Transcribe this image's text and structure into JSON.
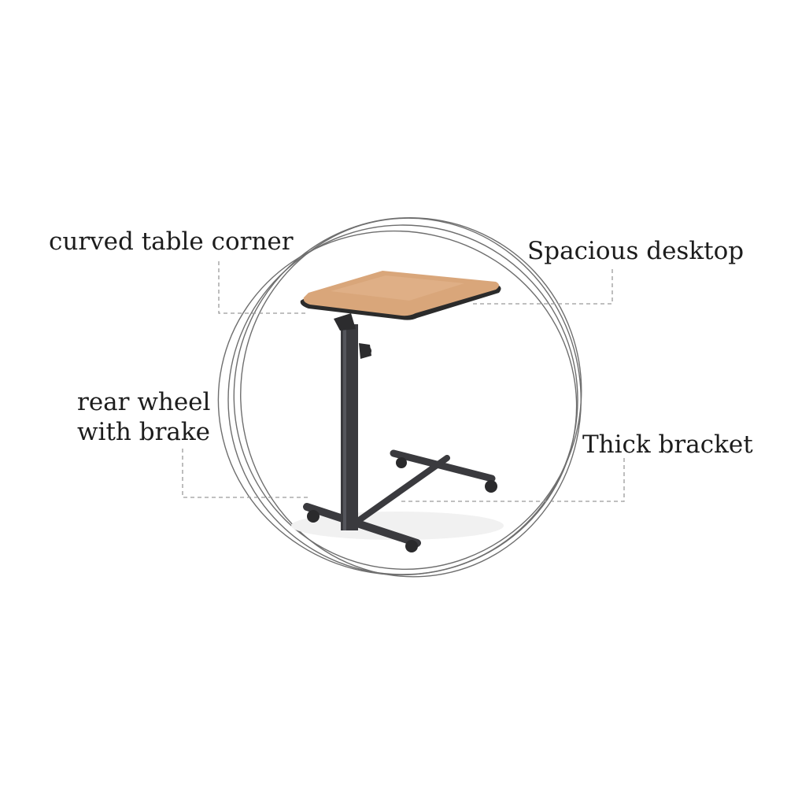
{
  "callouts": {
    "curved_corner": "curved table corner",
    "spacious_desktop": "Spacious desktop",
    "rear_wheel_line1": "rear wheel",
    "rear_wheel_line2": "with brake",
    "thick_bracket": "Thick bracket"
  },
  "colors": {
    "background": "#ffffff",
    "text": "#1c1c1c",
    "ring_stroke": "#6e6e6e",
    "leader_line": "#9a9a9a",
    "tabletop": "#d9a67a",
    "tabletop_edge": "#2b2b2b",
    "frame": "#3a3a3e"
  },
  "product": {
    "image_icon": "overbed-table-illustration"
  }
}
